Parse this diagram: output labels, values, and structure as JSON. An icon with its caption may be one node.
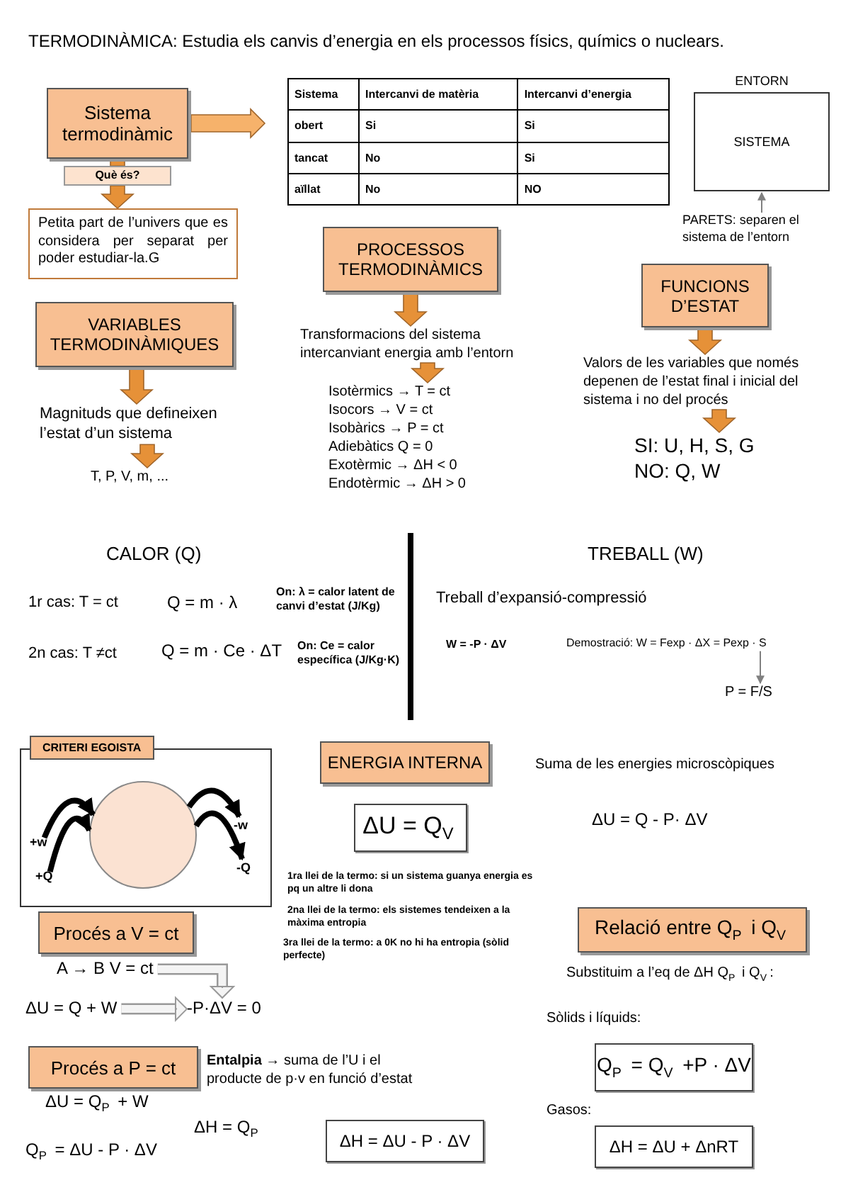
{
  "diagram": {
    "title": "TERMODINÀMICA: Estudia els canvis d’energia en els processos físics, químics o nuclears.",
    "nodes": [
      {
        "text": [
          "Sistema termodinàmic"
        ]
      },
      {
        "text": [
          "Què és?"
        ]
      },
      {
        "text": [
          "Petita part de l’univers que es considera per separat per poder estudiar-la.G"
        ]
      },
      {
        "text": [
          "Sistema",
          "Intercanvi de matèria",
          "Intercanvi d’energia",
          "obert",
          "Si",
          "Si",
          "tancat",
          "No",
          "Si",
          "aïllat",
          "No",
          "NO"
        ]
      },
      {
        "text": [
          "ENTORN",
          "SISTEMA"
        ]
      },
      {
        "text": [
          "PARETS: separen el sistema de l’entorn"
        ]
      },
      {
        "text": [
          "VARIABLES TERMODINÀMIQUES"
        ]
      },
      {
        "text": [
          "Magnituds que defineixen l’estat d’un sistema"
        ]
      },
      {
        "text": [
          "T, P, V, m, ..."
        ]
      },
      {
        "text": [
          "PROCESSOS TERMODINÀMICS"
        ]
      },
      {
        "text": [
          "Transformacions del sistema intercanviant energia amb l’entorn"
        ]
      },
      {
        "text": [
          "Isotèrmics → T = ct",
          "Isocors → V = ct",
          "Isobàrics → P = ct",
          "Adiebàtics Q = 0",
          "Exotèrmic → ΔH < 0",
          "Endotèrmic → ΔH > 0"
        ]
      },
      {
        "text": [
          "FUNCIONS D’ESTAT"
        ]
      },
      {
        "text": [
          "Valors de les variables que només depenen de l’estat final i inicial del sistema i no del procés"
        ]
      },
      {
        "text": [
          "SI: U, H, S, G",
          "NO: Q, W"
        ]
      },
      {
        "text": [
          "Demostració: W = Fexp · ΔX = Pexp · S"
        ]
      },
      {
        "text": [
          "P = F/S"
        ]
      },
      {
        "text": [
          "CRITERI EGOISTA"
        ]
      },
      {
        "text": [],
        "shape": "circle",
        "in": 17
      },
      {
        "text": [
          "+w"
        ],
        "in": 17
      },
      {
        "text": [
          "+Q"
        ],
        "in": 17
      },
      {
        "text": [
          "-w"
        ],
        "in": 17
      },
      {
        "text": [
          "-Q"
        ],
        "in": 17
      },
      {
        "text": [
          "Procés a V = ct"
        ]
      },
      {
        "text": [
          "A → B V = ct"
        ]
      },
      {
        "text": [
          "ΔU = Q + W"
        ]
      },
      {
        "text": [
          "-P·ΔV = 0"
        ]
      },
      {
        "text": [
          "Procés a P = ct"
        ]
      },
      {
        "text": [
          "ΔH = ΔU - P · ΔV"
        ]
      },
      {
        "text": [
          "ENERGIA INTERNA"
        ]
      },
      {
        "text": [
          "ΔU = Q$_{V}$"
        ]
      },
      {
        "text": [
          "Relació entre Q$_{P}$ i Q$_{V}$"
        ]
      },
      {
        "text": [
          "Q$_{P}$ = Q$_{V}$ +P · ΔV"
        ]
      },
      {
        "text": [
          "ΔH = ΔU + ΔnRT"
        ]
      }
    ],
    "edges": [
      {
        "from": 0,
        "to": 3,
        "arrow": "to"
      },
      {
        "from": 0,
        "to": 1,
        "arrow": "none"
      },
      {
        "from": 1,
        "to": 2,
        "arrow": "to"
      },
      {
        "from": 5,
        "to": 4,
        "arrow": "to",
        "color": "#808080"
      },
      {
        "from": 6,
        "to": 7,
        "arrow": "to"
      },
      {
        "from": 7,
        "to": 8,
        "arrow": "to"
      },
      {
        "from": 9,
        "to": 10,
        "arrow": "to"
      },
      {
        "from": 10,
        "to": 11,
        "arrow": "to"
      },
      {
        "from": 12,
        "to": 13,
        "arrow": "to"
      },
      {
        "from": 13,
        "to": 14,
        "arrow": "to"
      },
      {
        "from": 15,
        "to": 16,
        "arrow": "to",
        "color": "#808080"
      },
      {
        "from": 19,
        "to": 18,
        "arrow": "to",
        "color": "#000000"
      },
      {
        "from": 20,
        "to": 18,
        "arrow": "to",
        "color": "#000000"
      },
      {
        "from": 18,
        "to": 21,
        "arrow": "to",
        "color": "#000000"
      },
      {
        "from": 18,
        "to": 22,
        "arrow": "to",
        "color": "#000000"
      },
      {
        "from": 24,
        "to": 26,
        "arrow": "to",
        "style": "thick",
        "color": "#999999"
      },
      {
        "from": 25,
        "to": 26,
        "arrow": "to",
        "style": "thick",
        "color": "#999999"
      }
    ],
    "labels": [
      "CALOR (Q)",
      "TREBALL (W)",
      "1r cas: T = ct",
      "Q = m · λ",
      "On: λ = calor latent de canvi d’estat (J/Kg)",
      "Treball d’expansió-compressió",
      "2n cas: T ≠ct",
      "Q = m · Ce · ΔT",
      "On: Ce = calor específica (J/Kg·K)",
      "W = -P · ΔV",
      "Suma de les energies microscòpiques",
      "ΔU = Q - P· ΔV",
      "1ra llei de la termo: si un sistema guanya energia es pq un altre li dona",
      "2na llei de la termo: els sistemes tendeixen a la màxima entropia",
      "3ra llei de la termo: a 0K no hi ha entropia (sòlid perfecte)",
      "Substituim a l’eq de ΔH Q$_{P}$ i Q$_{V}$:",
      "Sòlids i líquids:",
      "**Entalpia** → suma de l’U i el producte de p·v en funció d’estat",
      "ΔU = Q$_{P}$ + W",
      "ΔH = Q$_{P}$",
      "Gasos:",
      "Q$_{P}$ = ΔU - P · ΔV"
    ]
  }
}
